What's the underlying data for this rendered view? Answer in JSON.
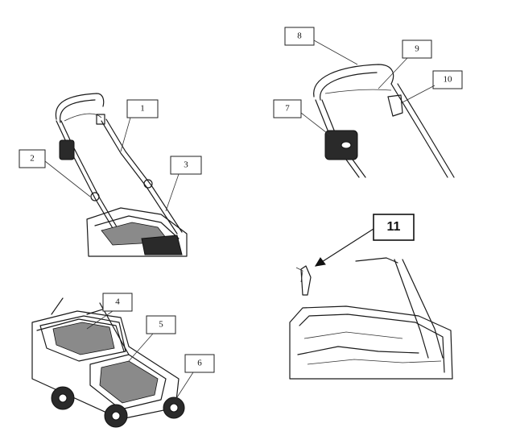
{
  "callouts": [
    "1",
    "2",
    "3",
    "4",
    "5",
    "6",
    "7",
    "8",
    "9",
    "10",
    "11"
  ],
  "colors": {
    "line": "#1a1a1a",
    "background": "#ffffff",
    "fill_dark": "#2a2a2a"
  }
}
